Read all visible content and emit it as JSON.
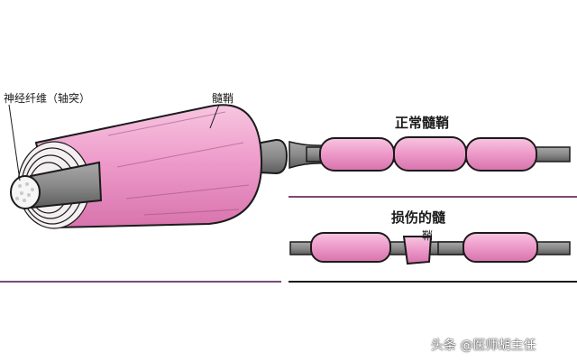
{
  "labels": {
    "axon": "神经纤维（轴突）",
    "myelin": "髓鞘",
    "normal": "正常髓鞘",
    "damaged_1": "损伤的髓",
    "damaged_2": "鞘"
  },
  "watermark": "头条 @医师胡主任",
  "colors": {
    "myelin": "#ef9cc9",
    "myelin_light": "#f6c3df",
    "myelin_dark": "#c8669f",
    "axon": "#8d8d8d",
    "axon_dark": "#5f5f5f",
    "line": "#1b1b1b",
    "divider": "#7a4a78"
  }
}
